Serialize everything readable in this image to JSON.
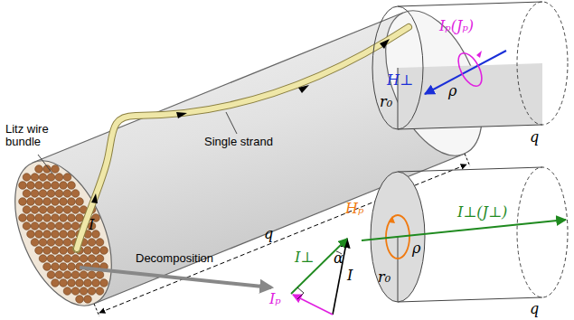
{
  "diagram": {
    "labels": [
      "Litz wire bundle",
      "Single strand",
      "I",
      "Decomposition",
      "q",
      "α",
      "I⊥",
      "Iₚ",
      "I",
      "H⊥",
      "ρ",
      "Iₚ(Jₚ)",
      "r₀",
      "q",
      "Hₚ",
      "ρ",
      "I⊥(J⊥)",
      "r₀",
      "q"
    ]
  }
}
